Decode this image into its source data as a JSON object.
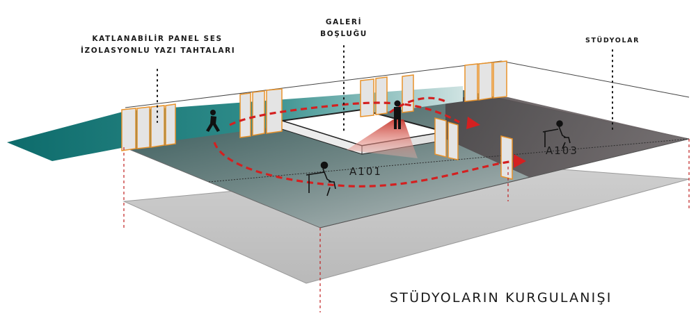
{
  "labels": {
    "panels_line1": "KATLANABİLİR PANEL SES",
    "panels_line2": "İZOLASYONLU YAZI TAHTALARI",
    "gallery_line1": "GALERİ",
    "gallery_line2": "BOŞLUĞU",
    "studios": "STÜDYOLAR"
  },
  "rooms": {
    "a101": "A101",
    "a103": "A103"
  },
  "title": "STÜDYOLARIN KURGULANIŞI",
  "colors": {
    "teal": "#0f6d6d",
    "panel_edge": "#e8922a",
    "arrow_red": "#d42020",
    "gallery_glow": "#e04a3a"
  }
}
